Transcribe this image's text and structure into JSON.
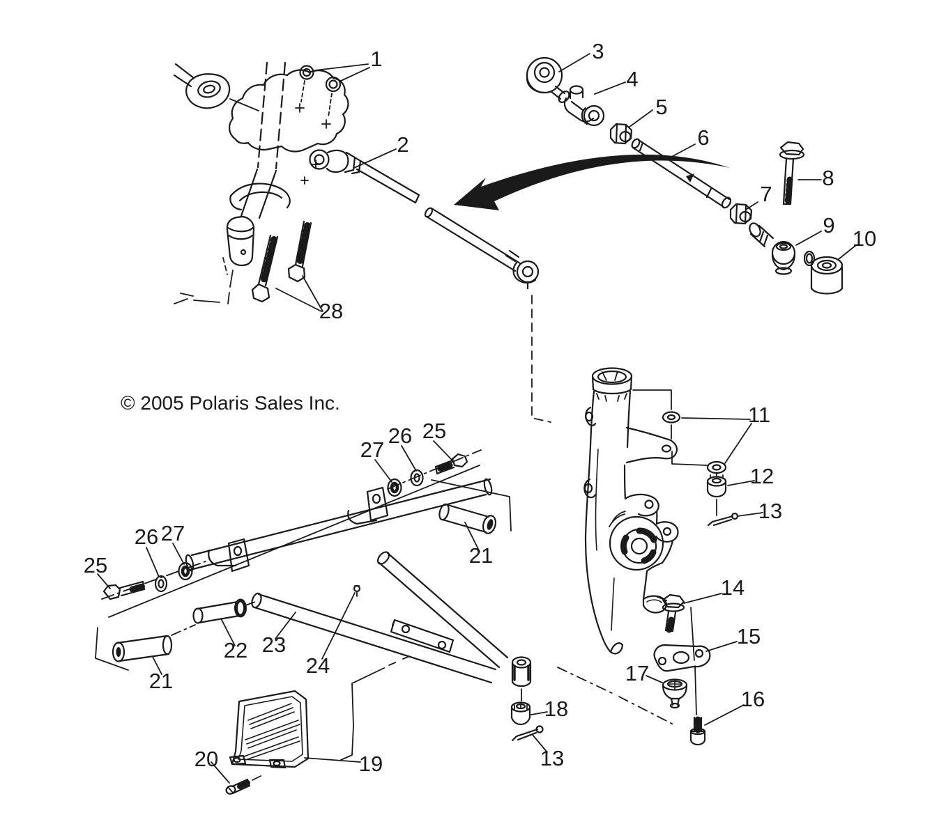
{
  "colors": {
    "background": "#ffffff",
    "ink": "#1a1a1a"
  },
  "diagram": {
    "copyright": "© 2005 Polaris Sales Inc."
  },
  "callouts": [
    {
      "id": "callout-1",
      "label": "1"
    },
    {
      "id": "callout-2",
      "label": "2"
    },
    {
      "id": "callout-3",
      "label": "3"
    },
    {
      "id": "callout-4",
      "label": "4"
    },
    {
      "id": "callout-5",
      "label": "5"
    },
    {
      "id": "callout-6",
      "label": "6"
    },
    {
      "id": "callout-7",
      "label": "7"
    },
    {
      "id": "callout-8",
      "label": "8"
    },
    {
      "id": "callout-9",
      "label": "9"
    },
    {
      "id": "callout-10",
      "label": "10"
    },
    {
      "id": "callout-11",
      "label": "11"
    },
    {
      "id": "callout-12",
      "label": "12"
    },
    {
      "id": "callout-13-upper",
      "label": "13"
    },
    {
      "id": "callout-14",
      "label": "14"
    },
    {
      "id": "callout-15",
      "label": "15"
    },
    {
      "id": "callout-16",
      "label": "16"
    },
    {
      "id": "callout-17",
      "label": "17"
    },
    {
      "id": "callout-18",
      "label": "18"
    },
    {
      "id": "callout-19",
      "label": "19"
    },
    {
      "id": "callout-20",
      "label": "20"
    },
    {
      "id": "callout-21-left",
      "label": "21"
    },
    {
      "id": "callout-21-right",
      "label": "21"
    },
    {
      "id": "callout-22",
      "label": "22"
    },
    {
      "id": "callout-23",
      "label": "23"
    },
    {
      "id": "callout-24",
      "label": "24"
    },
    {
      "id": "callout-25-left",
      "label": "25"
    },
    {
      "id": "callout-25-top",
      "label": "25"
    },
    {
      "id": "callout-26-left",
      "label": "26"
    },
    {
      "id": "callout-26-top",
      "label": "26"
    },
    {
      "id": "callout-27-left",
      "label": "27"
    },
    {
      "id": "callout-27-top",
      "label": "27"
    },
    {
      "id": "callout-28",
      "label": "28"
    },
    {
      "id": "callout-13-lower",
      "label": "13"
    }
  ]
}
